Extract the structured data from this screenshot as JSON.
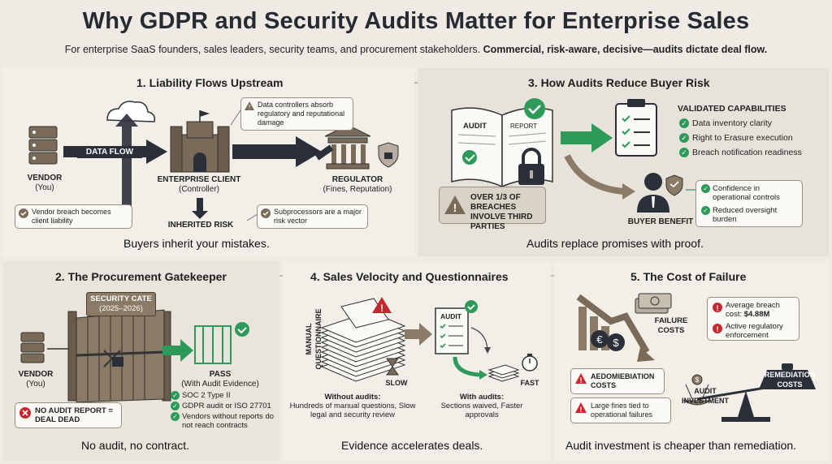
{
  "title": "Why GDPR and Security Audits Matter for Enterprise Sales",
  "subtitle": {
    "audience": "For enterprise SaaS founders, sales leaders, security teams, and procurement stakeholders.",
    "tone": "Commercial, risk-aware, decisive—audits dictate deal flow."
  },
  "panel1": {
    "title": "1. Liability Flows Upstream",
    "data_flow": "DATA FLOW",
    "vendor": "VENDOR",
    "vendor_sub": "(You)",
    "client": "ENTERPRISE CLIENT",
    "client_sub": "(Controller)",
    "regulator": "REGULATOR",
    "regulator_sub": "(Fines, Reputation)",
    "inherited": "INHERITED RISK",
    "note_controllers": "Data controllers absorb regulatory and reputational damage",
    "note_breach": "Vendor breach becomes client liability",
    "note_subprocessors": "Subprocessors are a major risk vector",
    "caption": "Buyers inherit your mistakes."
  },
  "panel3": {
    "title": "3. How Audits Reduce Buyer Risk",
    "book_left": "AUDIT",
    "book_right": "REPORT",
    "validated": "VALIDATED CAPABILITIES",
    "capabilities": [
      "Data inventory clarity",
      "Right to Erasure execution",
      "Breach notification readiness"
    ],
    "stat": "OVER 1/3 OF BREACHES INVOLVE THIRD PARTIES",
    "buyer_benefit": "BUYER BENEFIT",
    "benefits": [
      "Confidence in operational controls",
      "Reduced oversight burden"
    ],
    "caption": "Audits replace promises with proof."
  },
  "panel2": {
    "title": "2. The Procurement Gatekeeper",
    "gate_label": "SECURITY CATE",
    "gate_years": "(2025–2026)",
    "vendor": "VENDOR",
    "vendor_sub": "(You)",
    "pass": "PASS",
    "pass_sub": "(With Audit Evidence)",
    "requirements": [
      "SOC 2 Type II",
      "GDPR audit or ISO 27701",
      "Vendors without reports do not reach contracts"
    ],
    "no_report": "NO AUDIT REPORT = DEAL DEAD",
    "caption": "No audit, no contract."
  },
  "panel4": {
    "title": "4. Sales Velocity and Questionnaires",
    "manual_q": "MANUAL QUESTIONNAIRE",
    "audit_doc": "AUDIT",
    "slow": "SLOW",
    "fast": "FAST",
    "without_title": "Without audits:",
    "without_body": "Hundreds of manual questions, Slow legal and security review",
    "with_title": "With audits:",
    "with_body": "Sections waived, Faster approvals",
    "caption": "Evidence accelerates deals."
  },
  "panel5": {
    "title": "5. The Cost of Failure",
    "failure_costs": "FAILURE COSTS",
    "avg_breach": "Average breach cost:",
    "avg_value": "$4.88M",
    "enforcement": "Active regulatory enforcement",
    "remediation_box": "AEDOMIEBIATION COSTS",
    "fines": "Large fines tied to operational failures",
    "audit_investment": "AUDIT INVESTMENT",
    "remediation_weight": "REMEDIATION COSTS",
    "caption": "Audit investment is cheaper than remediation."
  },
  "colors": {
    "accent_green": "#2e9a5a",
    "arrow_dark": "#2b2f3a",
    "brown": "#7a6a58",
    "warn_red": "#c7282e"
  }
}
